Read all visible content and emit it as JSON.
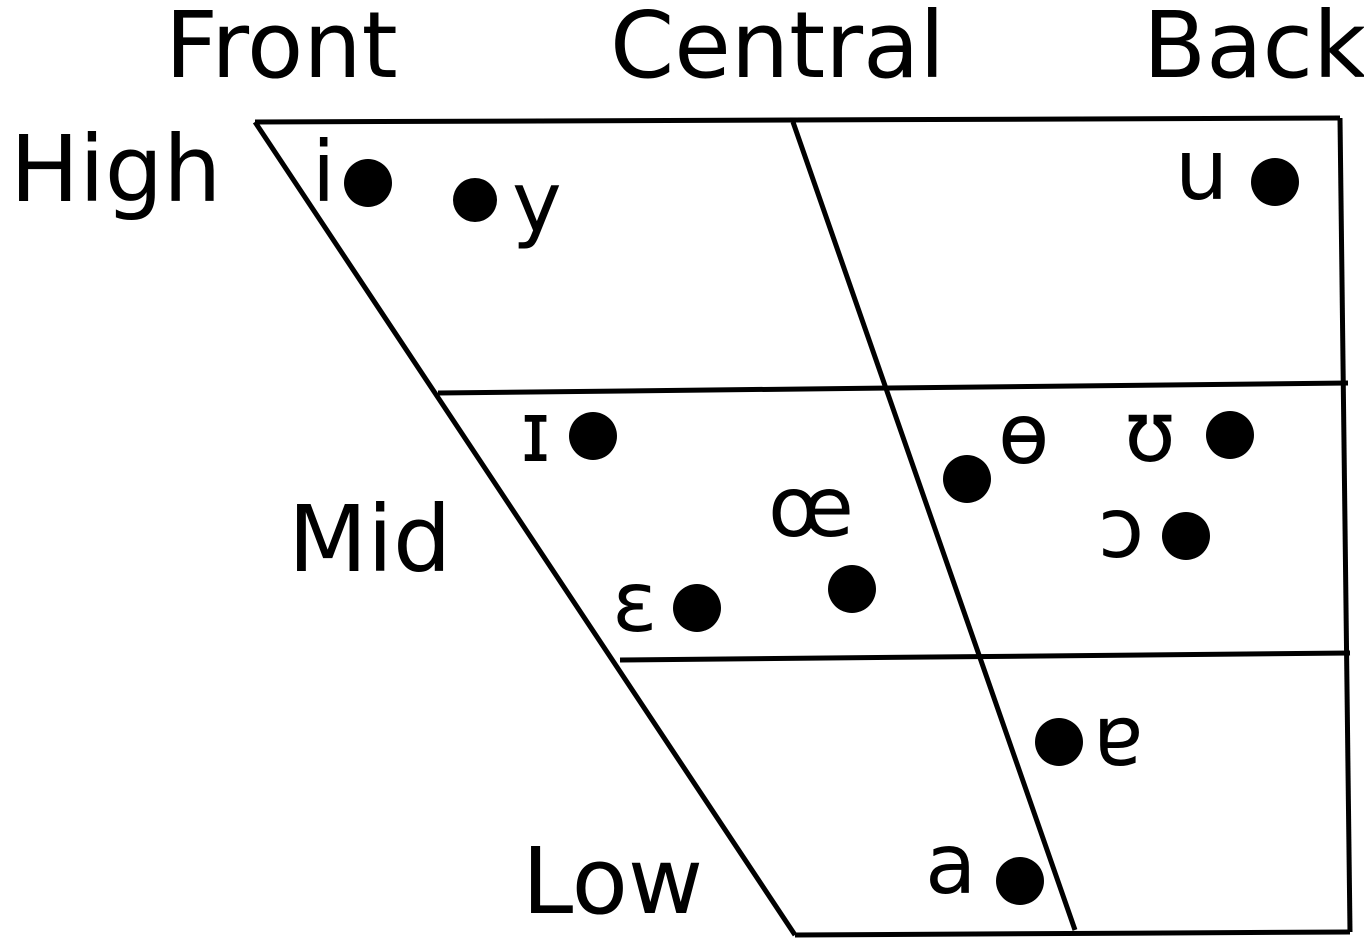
{
  "columns": {
    "front": "Front",
    "central": "Central",
    "back": "Back"
  },
  "rows": {
    "high": "High",
    "mid": "Mid",
    "low": "Low"
  },
  "vowels": [
    {
      "id": "i",
      "symbol": "i"
    },
    {
      "id": "y",
      "symbol": "y"
    },
    {
      "id": "u",
      "symbol": "u"
    },
    {
      "id": "near-close-front",
      "symbol": "ɪ"
    },
    {
      "id": "barred-o",
      "symbol": "ɵ"
    },
    {
      "id": "upsilon",
      "symbol": "ʊ"
    },
    {
      "id": "oe",
      "symbol": "œ"
    },
    {
      "id": "open-o",
      "symbol": "ɔ"
    },
    {
      "id": "epsilon",
      "symbol": "ɛ"
    },
    {
      "id": "turned-a",
      "symbol": "ɐ"
    },
    {
      "id": "a",
      "symbol": "a"
    }
  ],
  "colors": {
    "line": "#000000",
    "dot": "#000000",
    "text": "#000000"
  }
}
